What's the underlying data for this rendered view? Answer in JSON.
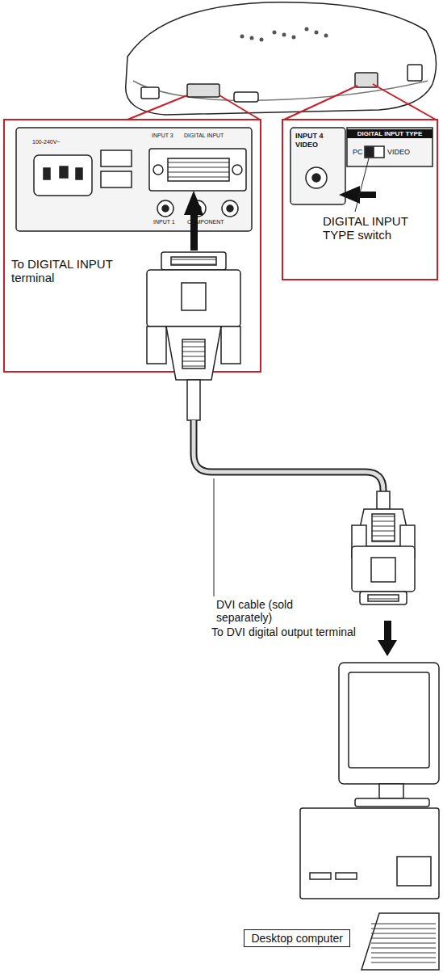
{
  "diagram": {
    "nodes": [
      {
        "text": [
          "Desktop computer"
        ]
      }
    ],
    "labels": [
      "100-240V~",
      "INPUT 3",
      "DIGITAL INPUT",
      "INPUT 1",
      "COMPONENT",
      "To DIGITAL INPUT terminal",
      "INPUT 4",
      "VIDEO",
      "DIGITAL INPUT TYPE",
      "PC",
      "VIDEO",
      "DIGITAL INPUT TYPE switch",
      "DVI cable (sold separately)",
      "To DVI digital output terminal"
    ]
  }
}
